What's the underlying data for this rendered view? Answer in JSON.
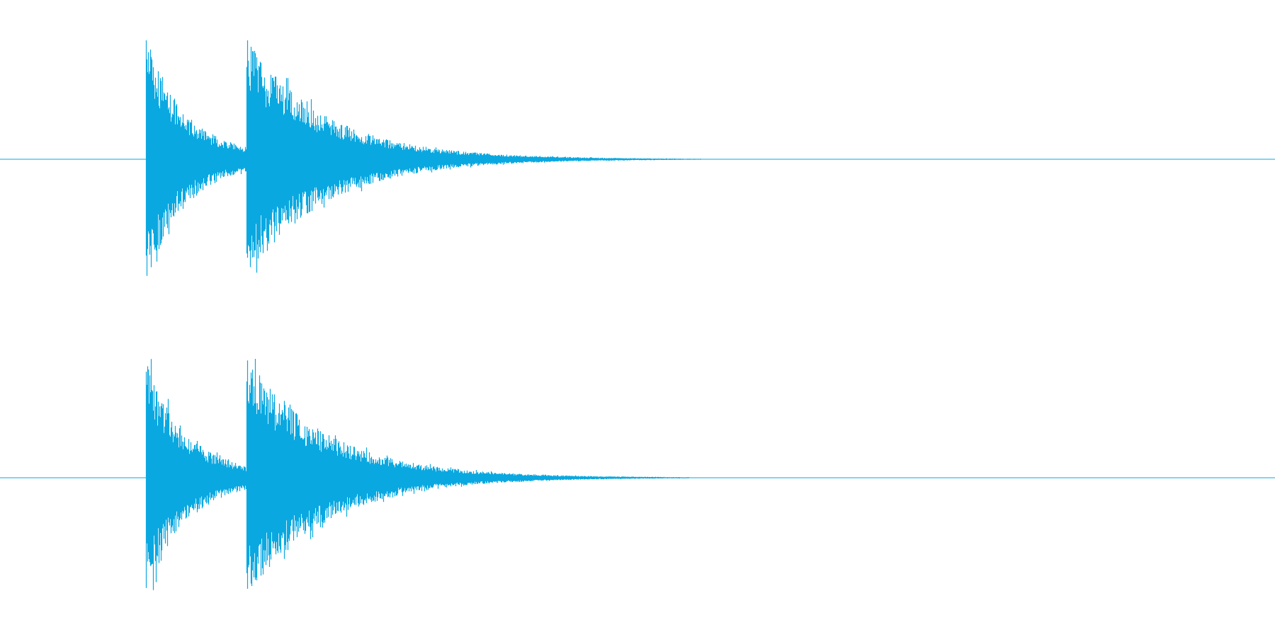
{
  "waveform": {
    "color": "#0aa8e0",
    "background": "#ffffff",
    "channel_count": 2,
    "channels": [
      {
        "name": "channel-1",
        "events": [
          {
            "onset": 0.114,
            "peak": 1.0,
            "decay": 0.03,
            "floor_amplitude": 0.06
          },
          {
            "onset": 0.193,
            "peak": 0.98,
            "decay": 0.06,
            "floor_amplitude": 0.035
          }
        ],
        "signal_end": 0.55
      },
      {
        "name": "channel-2",
        "events": [
          {
            "onset": 0.114,
            "peak": 0.97,
            "decay": 0.03,
            "floor_amplitude": 0.06
          },
          {
            "onset": 0.193,
            "peak": 1.0,
            "decay": 0.06,
            "floor_amplitude": 0.035
          }
        ],
        "signal_end": 0.54
      }
    ]
  }
}
